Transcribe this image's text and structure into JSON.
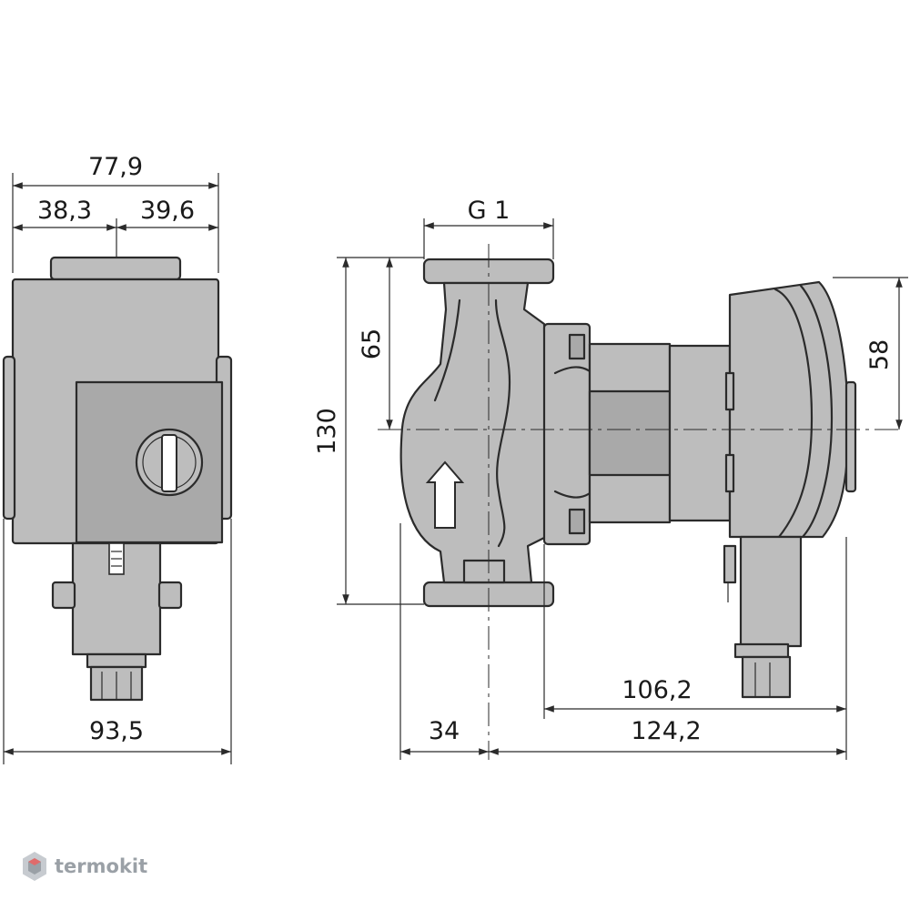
{
  "dimensions": {
    "front_overall_width": "77,9",
    "front_left_part": "38,3",
    "front_right_part": "39,6",
    "front_bottom_width": "93,5",
    "thread_size": "G 1",
    "port_to_port": "130",
    "port_to_axis": "65",
    "motor_axis_to_top": "58",
    "offset_34": "34",
    "motor_length": "106,2",
    "overall_length": "124,2"
  },
  "watermark": {
    "text": "termokit",
    "color": "#9aa0a6"
  },
  "colors": {
    "body_fill": "#bdbdbd",
    "line": "#2b2b2b",
    "background": "#ffffff"
  }
}
